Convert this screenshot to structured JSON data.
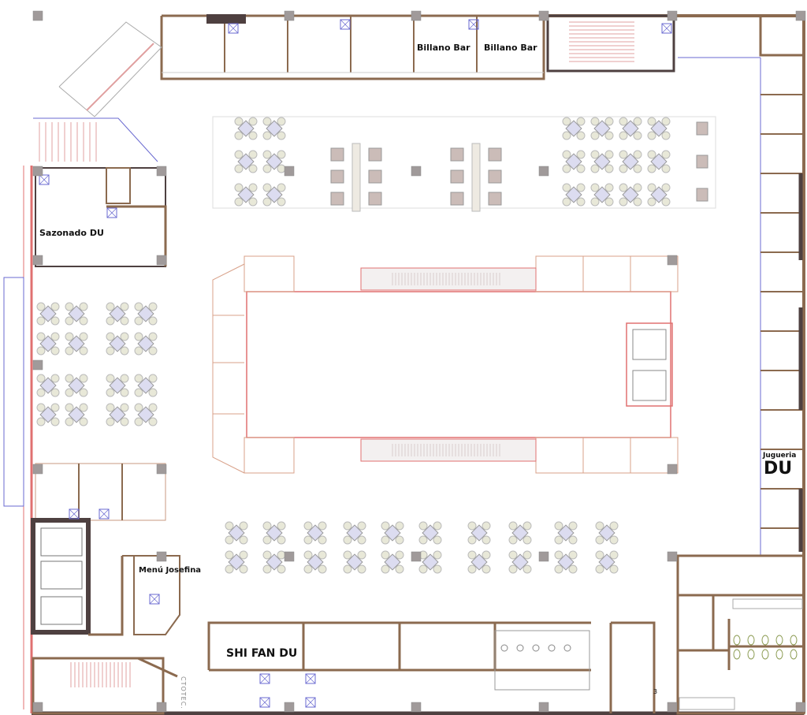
{
  "title": "Food court floor plan",
  "stores": {
    "billano_bar_1": "Billano Bar",
    "billano_bar_2": "Billano Bar",
    "sazonado": "Sazonado DU",
    "menu_josefina": "Menú Josefina",
    "shi_fan": "SHI FAN DU",
    "jugueria_small": "Jugueria",
    "jugueria_big": "DU",
    "ctotec": "CTOTEC.",
    "room_number": "3"
  },
  "colors": {
    "wall": "#8b6a4f",
    "wall_dark": "#4e4040",
    "column": "#a09a9a",
    "red_line": "#e07070",
    "blue_line": "#6a6ad0",
    "table": "#dcdcf0",
    "chair": "#e8e8d8"
  }
}
